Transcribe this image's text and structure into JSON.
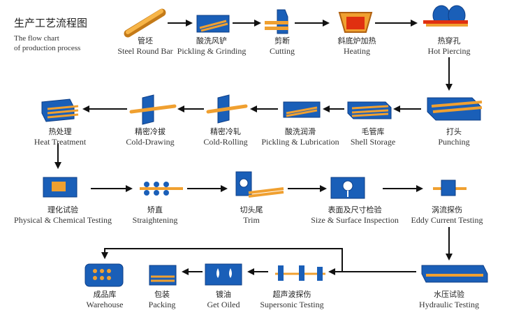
{
  "title": {
    "cn": "生产工艺流程图",
    "en1": "The flow chart",
    "en2": "of production process"
  },
  "colors": {
    "blue": "#1a5fb8",
    "blue_dark": "#0c3d86",
    "orange": "#f0a030",
    "arrow": "#111111",
    "red": "#e03010"
  },
  "steps": [
    {
      "id": "steel-round-bar",
      "cn": "管坯",
      "en": "Steel Round Bar",
      "icon": "round-bar-icon"
    },
    {
      "id": "pickling-grinding",
      "cn": "酸洗风铲",
      "en": "Pickling & Grinding",
      "icon": "pickling-tank-icon"
    },
    {
      "id": "cutting",
      "cn": "剪断",
      "en": "Cutting",
      "icon": "cutter-icon"
    },
    {
      "id": "heating",
      "cn": "斜底炉加热",
      "en": "Heating",
      "icon": "furnace-icon"
    },
    {
      "id": "hot-piercing",
      "cn": "热穿孔",
      "en": "Hot Piercing",
      "icon": "piercing-mill-icon"
    },
    {
      "id": "punching",
      "cn": "打头",
      "en": "Punching",
      "icon": "punching-icon"
    },
    {
      "id": "shell-storage",
      "cn": "毛管库",
      "en": "Shell Storage",
      "icon": "storage-rack-icon"
    },
    {
      "id": "pickling-lubrication",
      "cn": "酸洗润滑",
      "en": "Pickling & Lubrication",
      "icon": "lubrication-tank-icon"
    },
    {
      "id": "cold-rolling",
      "cn": "精密冷轧",
      "en": "Cold-Rolling",
      "icon": "cold-rolling-icon"
    },
    {
      "id": "cold-drawing",
      "cn": "精密冷拔",
      "en": "Cold-Drawing",
      "icon": "cold-drawing-icon"
    },
    {
      "id": "heat-treatment",
      "cn": "热处理",
      "en": "Heat Treatment",
      "icon": "heat-treatment-icon"
    },
    {
      "id": "physical-chemical-testing",
      "cn": "理化试验",
      "en": "Physical & Chemical Testing",
      "icon": "lab-test-icon"
    },
    {
      "id": "straightening",
      "cn": "矫直",
      "en": "Straightening",
      "icon": "straightening-icon"
    },
    {
      "id": "trim",
      "cn": "切头尾",
      "en": "Trim",
      "icon": "trim-saw-icon"
    },
    {
      "id": "size-surface-inspection",
      "cn": "表面及尺寸检验",
      "en": "Size & Surface Inspection",
      "icon": "inspection-icon"
    },
    {
      "id": "eddy-current-testing",
      "cn": "涡流探伤",
      "en": "Eddy Current Testing",
      "icon": "eddy-current-icon"
    },
    {
      "id": "hydraulic-testing",
      "cn": "水压试验",
      "en": "Hydraulic Testing",
      "icon": "hydraulic-test-icon"
    },
    {
      "id": "supersonic-testing",
      "cn": "超声波探伤",
      "en": "Supersonic Testing",
      "icon": "supersonic-test-icon"
    },
    {
      "id": "get-oiled",
      "cn": "镀油",
      "en": "Get Oiled",
      "icon": "oil-drop-icon"
    },
    {
      "id": "packing",
      "cn": "包装",
      "en": "Packing",
      "icon": "packing-icon"
    },
    {
      "id": "warehouse",
      "cn": "成品库",
      "en": "Warehouse",
      "icon": "warehouse-icon"
    }
  ]
}
